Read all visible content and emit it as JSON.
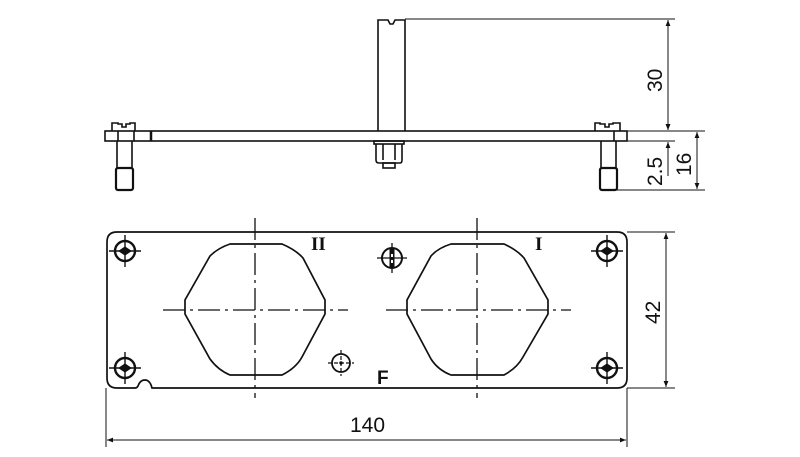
{
  "drawing": {
    "colors": {
      "line": "#111111",
      "background": "#ffffff"
    },
    "side_view": {
      "dimensions": {
        "stalk_height": "30",
        "plate_thickness": "2.5",
        "total_height": "16"
      }
    },
    "front_view": {
      "labels": {
        "insert_left": "II",
        "insert_right": "I",
        "marking": "F"
      },
      "dimensions": {
        "height": "42",
        "width": "140"
      }
    }
  }
}
